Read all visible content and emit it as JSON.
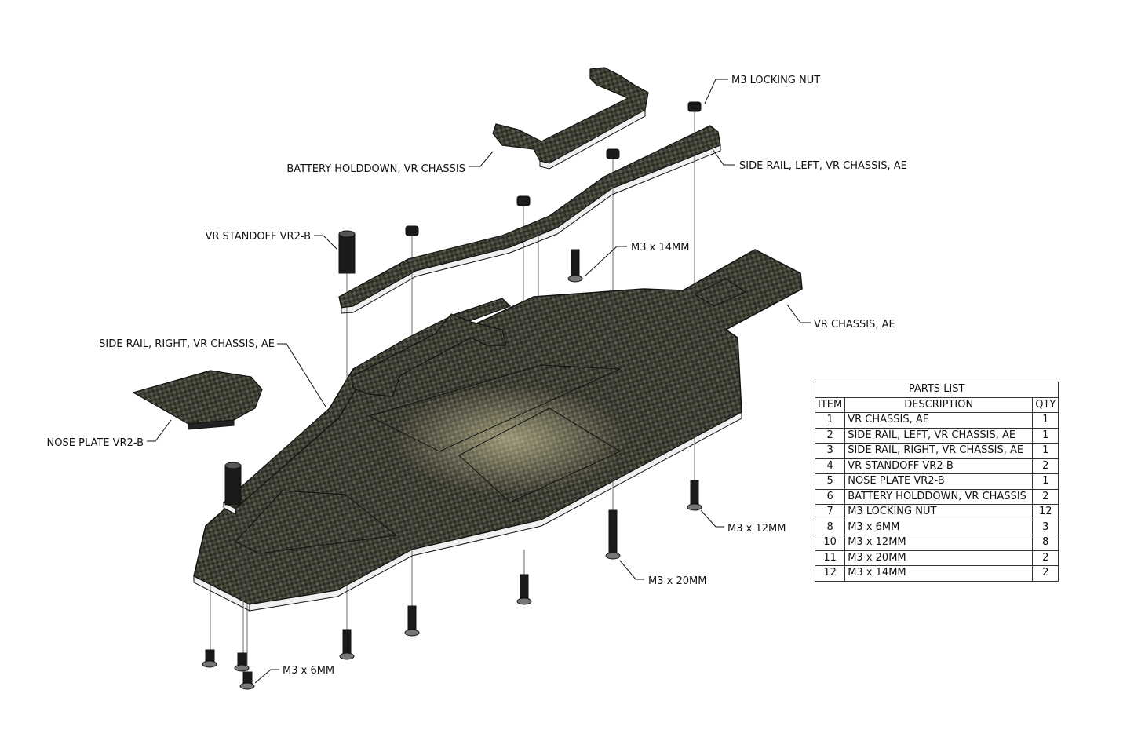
{
  "callouts": {
    "m3_locking_nut": "M3 LOCKING NUT",
    "battery_holddown": "BATTERY HOLDDOWN, VR CHASSIS",
    "side_rail_left": "SIDE RAIL, LEFT, VR CHASSIS, AE",
    "vr_standoff": "VR STANDOFF VR2-B",
    "m3x14": "M3 x 14MM",
    "vr_chassis": "VR CHASSIS, AE",
    "side_rail_right": "SIDE RAIL, RIGHT, VR CHASSIS, AE",
    "nose_plate": "NOSE PLATE VR2-B",
    "m3x12": "M3 x 12MM",
    "m3x20": "M3 x 20MM",
    "m3x6": "M3 x 6MM"
  },
  "parts_list": {
    "title": "PARTS LIST",
    "headers": {
      "item": "ITEM",
      "description": "DESCRIPTION",
      "qty": "QTY"
    },
    "rows": [
      {
        "item": "1",
        "description": "VR CHASSIS, AE",
        "qty": "1"
      },
      {
        "item": "2",
        "description": "SIDE RAIL, LEFT, VR CHASSIS, AE",
        "qty": "1"
      },
      {
        "item": "3",
        "description": "SIDE RAIL, RIGHT, VR CHASSIS, AE",
        "qty": "1"
      },
      {
        "item": "4",
        "description": "VR STANDOFF VR2-B",
        "qty": "2"
      },
      {
        "item": "5",
        "description": "NOSE PLATE VR2-B",
        "qty": "1"
      },
      {
        "item": "6",
        "description": "BATTERY HOLDDOWN, VR CHASSIS",
        "qty": "2"
      },
      {
        "item": "7",
        "description": "M3 LOCKING NUT",
        "qty": "12"
      },
      {
        "item": "8",
        "description": "M3 x 6MM",
        "qty": "3"
      },
      {
        "item": "10",
        "description": "M3 x 12MM",
        "qty": "8"
      },
      {
        "item": "11",
        "description": "M3 x 20MM",
        "qty": "2"
      },
      {
        "item": "12",
        "description": "M3 x 14MM",
        "qty": "2"
      }
    ]
  }
}
